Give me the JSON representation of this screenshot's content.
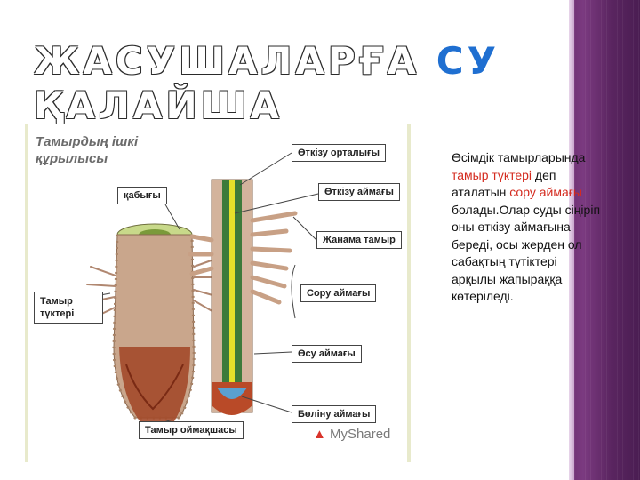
{
  "slide": {
    "title_part1": "ЖАСУШАЛАРҒА",
    "title_highlight": "СУ",
    "title_part2": "ҚАЛАЙША",
    "title_line2": "ЖЕТКІЗІЛЕДІ?"
  },
  "diagram": {
    "heading": "Тамырдың ішкі құрылысы",
    "labels": {
      "conducting_center": "Өткізу орталығы",
      "conducting_zone": "Өткізу аймағы",
      "cortex": "қабығы",
      "lateral_root": "Жанама тамыр",
      "absorption_zone": "Сору аймағы",
      "root_hairs": "Тамыр түктері",
      "growth_zone": "Өсу аймағы",
      "division_zone": "Бөліну аймағы",
      "root_cap": "Тамыр оймақшасы"
    },
    "watermark": "MyShared"
  },
  "text": {
    "t1": "Өсімдік тамырларында ",
    "red1": "тамыр түктері",
    "t2": " деп аталатын ",
    "red2": "сору аймағы",
    "t3": " болады.Олар суды сіңіріп оны өткізу аймағына береді, осы жерден ол сабақтың түтіктері арқылы жапыраққа көтеріледі."
  },
  "colors": {
    "highlight_blue": "#1f6fd1",
    "text_red": "#d42b1f",
    "band_purple": "#6d3070"
  }
}
